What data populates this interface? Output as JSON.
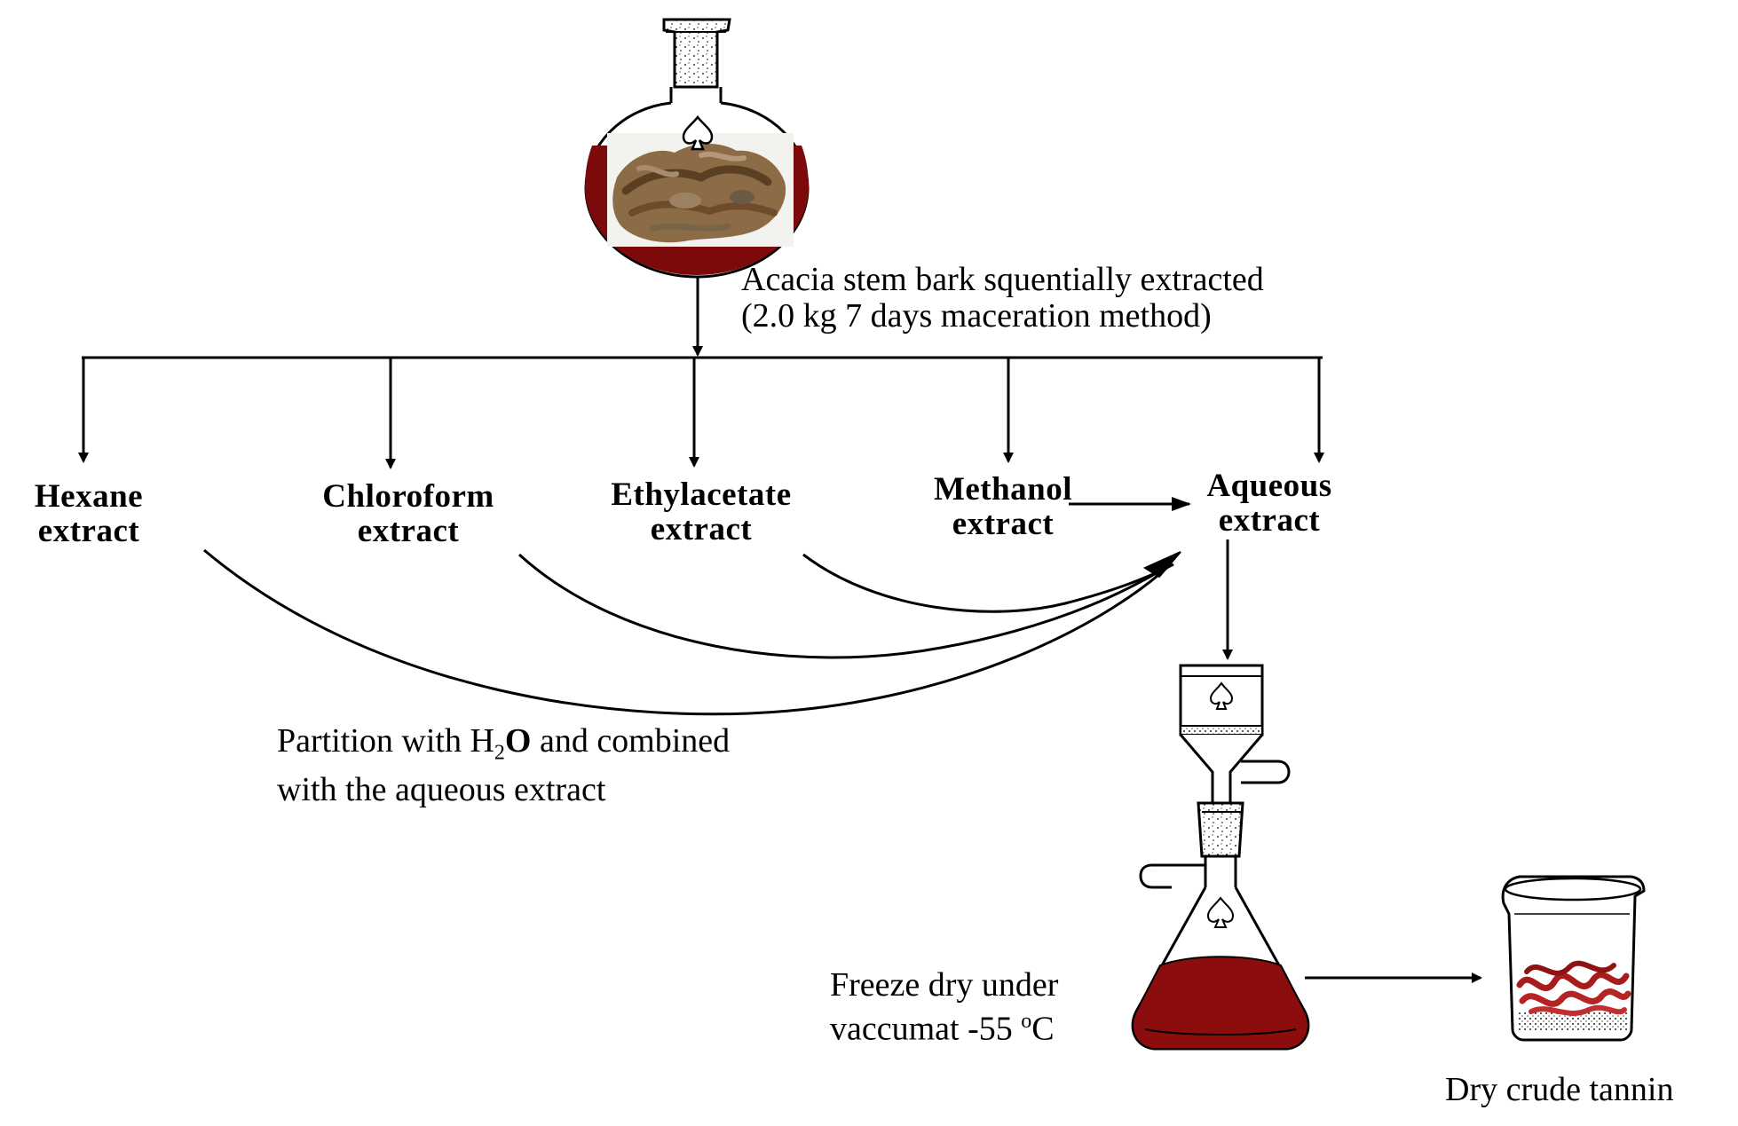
{
  "source_caption": {
    "line1": "Acacia stem bark squentially extracted",
    "line2": "(2.0 kg 7 days maceration method)"
  },
  "extracts": [
    {
      "line1": "Hexane",
      "line2": "extract"
    },
    {
      "line1": "Chloroform",
      "line2": "extract"
    },
    {
      "line1": "Ethylacetate",
      "line2": "extract"
    },
    {
      "line1": "Methanol",
      "line2": "extract"
    },
    {
      "line1": "Aqueous",
      "line2": "extract"
    }
  ],
  "partition_note": {
    "part1": "Partition with H",
    "subscript": "2",
    "part2": "O",
    "part3": " and combined",
    "line2": "with the aqueous extract"
  },
  "freeze_note": {
    "line1": "Freeze dry under",
    "line2_main": "vaccumat -55 ",
    "superscript": "o",
    "line2_end": "C"
  },
  "product_label": "Dry crude tannin",
  "colors": {
    "extract_liquid": "#8b0d0d",
    "bark": "#8a6a48",
    "line": "#000000"
  }
}
